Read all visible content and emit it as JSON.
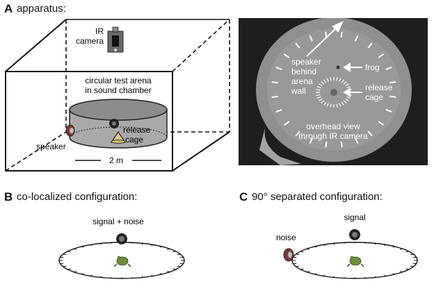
{
  "panel_a": {
    "letter": "A",
    "title": "apparatus:",
    "diagram": {
      "camera_label_line1": "IR",
      "camera_label_line2": "camera",
      "arena_label_line1": "circular test arena",
      "arena_label_line2": "in sound chamber",
      "release_label_line1": "release",
      "release_label_line2": "cage",
      "speaker_label": "speaker",
      "scale_label": "2 m"
    },
    "photo": {
      "speaker_label_lines": [
        "speaker",
        "behind",
        "arena",
        "wall"
      ],
      "frog_label": "frog",
      "release_label_lines": [
        "release",
        "cage"
      ],
      "view_label_lines": [
        "overhead view",
        "through IR camera"
      ]
    }
  },
  "panel_b": {
    "letter": "B",
    "title": "co-localized configuration:",
    "speaker_label": "signal + noise"
  },
  "panel_c": {
    "letter": "C",
    "title": "90° separated configuration:",
    "signal_label": "signal",
    "noise_label": "noise"
  },
  "colors": {
    "line": "#111111",
    "arena_fill": "#a9a9a9",
    "photo_bg": "#1e1e1e",
    "photo_arena": "#8f8f8f",
    "frog_green": "#6f8f3a"
  }
}
